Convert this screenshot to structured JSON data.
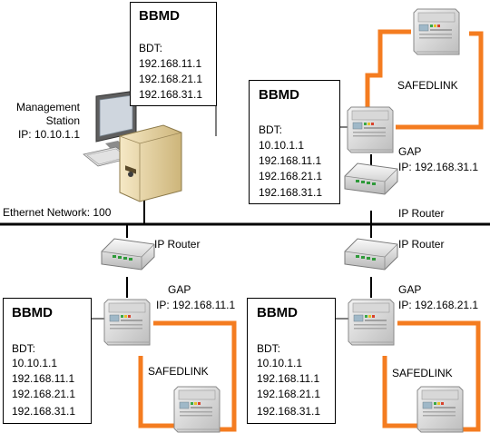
{
  "bbmd_boxes": [
    {
      "title": "BBMD",
      "bdt_label": "BDT:",
      "entries": [
        "192.168.11.1",
        "192.168.21.1",
        "192.168.31.1"
      ]
    },
    {
      "title": "BBMD",
      "bdt_label": "BDT:",
      "entries": [
        "10.10.1.1",
        "192.168.11.1",
        "192.168.21.1",
        "192.168.31.1"
      ]
    },
    {
      "title": "BBMD",
      "bdt_label": "BDT:",
      "entries": [
        "10.10.1.1",
        "192.168.11.1",
        "192.168.21.1",
        "192.168.31.1"
      ]
    },
    {
      "title": "BBMD",
      "bdt_label": "BDT:",
      "entries": [
        "10.10.1.1",
        "192.168.11.1",
        "192.168.21.1",
        "192.168.31.1"
      ]
    }
  ],
  "management_station": {
    "line1": "Management",
    "line2": "Station",
    "line3": "IP: 10.10.1.1"
  },
  "network": {
    "label": "Ethernet Network: 100"
  },
  "routers": {
    "label": "IP Router"
  },
  "gaps": [
    {
      "label": "GAP",
      "ip": "IP: 192.168.31.1"
    },
    {
      "label": "GAP",
      "ip": "IP: 192.168.11.1"
    },
    {
      "label": "GAP",
      "ip": "IP: 192.168.21.1"
    }
  ],
  "safedlink": {
    "label": "SAFEDLINK"
  },
  "colors": {
    "link": "#f47c20",
    "network": "#000000"
  }
}
